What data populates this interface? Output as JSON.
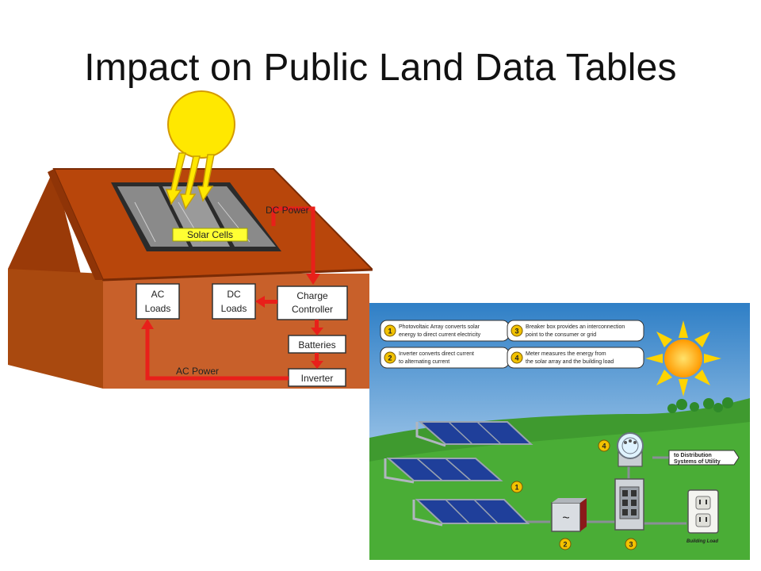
{
  "slide": {
    "title": "Impact on Public Land Data Tables"
  },
  "house_diagram": {
    "solar_cells": "Solar Cells",
    "dc_power": "DC Power",
    "ac_power": "AC Power",
    "ac_loads": [
      "AC",
      "Loads"
    ],
    "dc_loads": [
      "DC",
      "Loads"
    ],
    "charge_controller": [
      "Charge",
      "Controller"
    ],
    "batteries": "Batteries",
    "inverter": "Inverter"
  },
  "grid_diagram": {
    "legend": [
      {
        "num": "1",
        "lines": [
          "Photovoltaic Array converts solar",
          "energy to direct current electricity"
        ]
      },
      {
        "num": "2",
        "lines": [
          "Inverter converts direct current",
          "to alternating current"
        ]
      },
      {
        "num": "3",
        "lines": [
          "Breaker box provides an interconnection",
          "point to the consumer or grid"
        ]
      },
      {
        "num": "4",
        "lines": [
          "Meter measures the energy from",
          "the solar array and the building load"
        ]
      }
    ],
    "callouts": [
      "1",
      "2",
      "3",
      "4"
    ],
    "distribution": [
      "to Distribution",
      "Systems of Utility"
    ],
    "building_load": "Building Load",
    "inverter_symbol": "~"
  },
  "colors": {
    "roof": "#b8460b",
    "wall": "#c8602a",
    "wire": "#e8201a",
    "label_yellow": "#ffff33",
    "sun": "#ffe800",
    "sky": "#3f8fd0",
    "grass": "#3f9a2f"
  }
}
